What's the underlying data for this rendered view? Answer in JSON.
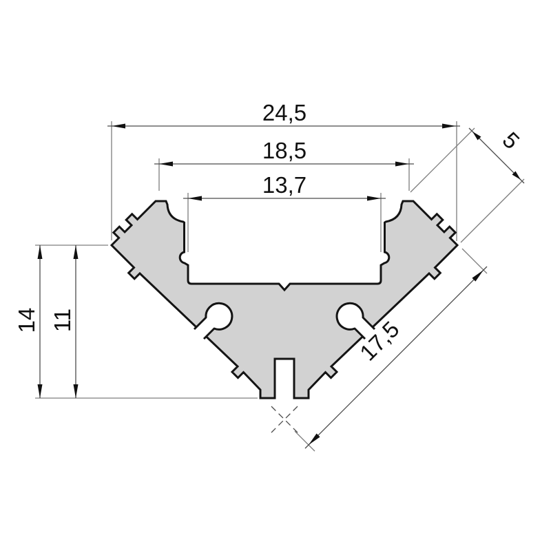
{
  "drawing": {
    "title": "corner-profile-cross-section",
    "labels": {
      "overall_width": "24,5",
      "groove_width": "18,5",
      "channel_width": "13,7",
      "flange_depth": "5",
      "side_face_length": "17,5",
      "overall_height": "14",
      "inner_height": "11"
    },
    "colors": {
      "profile_fill": "#d2d2d2",
      "profile_outline": "#141414",
      "dimension_line": "#4a4a4a",
      "extension_line": "#7d7d7d",
      "text": "#111111",
      "background": "#ffffff"
    }
  }
}
